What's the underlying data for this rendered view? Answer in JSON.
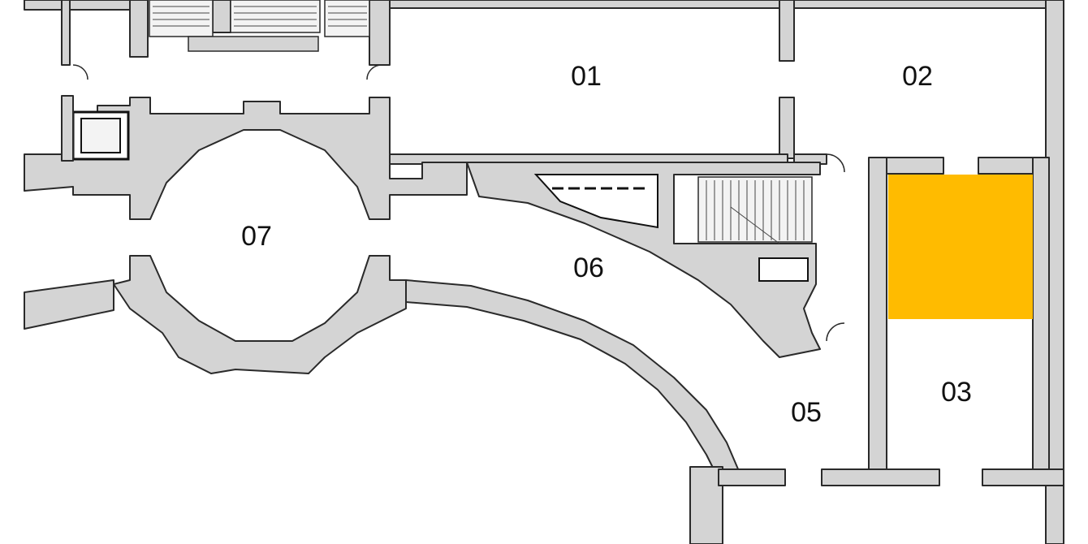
{
  "rooms": [
    {
      "id": "01",
      "label": "01"
    },
    {
      "id": "02",
      "label": "02"
    },
    {
      "id": "03",
      "label": "03"
    },
    {
      "id": "05",
      "label": "05"
    },
    {
      "id": "06",
      "label": "06"
    },
    {
      "id": "07",
      "label": "07"
    }
  ],
  "highlight": {
    "color": "#FFBB00",
    "room": "03"
  },
  "colors": {
    "wall_fill": "#d4d4d4",
    "wall_stroke": "#2a2a2a",
    "background": "#ffffff"
  }
}
